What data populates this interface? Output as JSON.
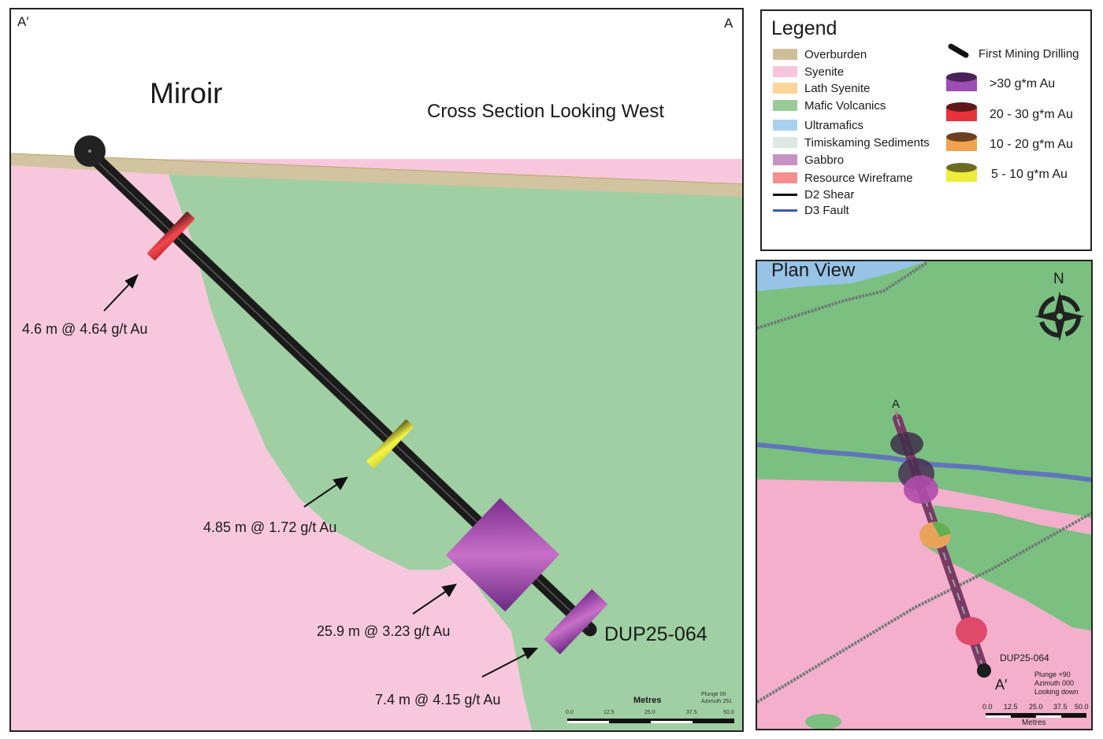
{
  "section": {
    "title": "Miroir",
    "subtitle": "Cross Section Looking West",
    "corner_left": "A′",
    "corner_right": "A",
    "hole_id": "DUP25-064",
    "intercepts": [
      {
        "label": "4.6 m @ 4.64 g/t Au",
        "grade_class": "20-30"
      },
      {
        "label": "4.85 m @ 1.72 g/t Au",
        "grade_class": "5-10"
      },
      {
        "label": "25.9 m @ 3.23 g/t Au",
        "grade_class": ">30"
      },
      {
        "label": "7.4 m @ 4.15 g/t Au",
        "grade_class": ">30"
      }
    ],
    "scale": {
      "title": "Metres",
      "ticks": [
        "0.0",
        "12.5",
        "25.0",
        "37.5",
        "50.0"
      ],
      "plunge": "Plunge 00",
      "azimuth": "Azimuth 251"
    }
  },
  "legend": {
    "title": "Legend",
    "units": [
      {
        "label": "Overburden",
        "color": "#cdbf99"
      },
      {
        "label": "Syenite",
        "color": "#f5c6dc"
      },
      {
        "label": "Lath Syenite",
        "color": "#fcd59b"
      },
      {
        "label": "Mafic Volcanics",
        "color": "#97cc98"
      },
      {
        "label": "Ultramafics",
        "color": "#a9d1ef"
      },
      {
        "label": "Timiskaming Sediments",
        "color": "#dde7e6"
      },
      {
        "label": "Gabbro",
        "color": "#c893c4"
      },
      {
        "label": "Resource Wireframe",
        "color": "#f58f8f"
      }
    ],
    "lines": [
      {
        "label": "D2 Shear",
        "color": "#111111"
      },
      {
        "label": "D3 Fault",
        "color": "#3a5bb5"
      }
    ],
    "drilling_label": "First Mining Drilling",
    "grades": [
      {
        "label": ">30 g*m Au",
        "color": "#9b4fb3",
        "dark": "#4a2159"
      },
      {
        "label": "20 - 30 g*m Au",
        "color": "#e8333b",
        "dark": "#5c1a1c"
      },
      {
        "label": "10 - 20 g*m Au",
        "color": "#f0a34e",
        "dark": "#6b4020"
      },
      {
        "label": "5 - 10 g*m Au",
        "color": "#eded3a",
        "dark": "#6b6b22"
      }
    ]
  },
  "plan": {
    "title": "Plan View",
    "north_label": "N",
    "point_a": "A",
    "point_a_prime": "A′",
    "hole_id": "DUP25-064",
    "view_info": [
      "Plunge +90",
      "Azimuth 000",
      "Looking down"
    ],
    "scale": {
      "title": "Metres",
      "ticks": [
        "0.0",
        "12.5",
        "25.0",
        "37.5",
        "50.0"
      ]
    }
  },
  "colors": {
    "syenite": "#f7c8dd",
    "mafic": "#9fcfa2",
    "overburden": "#d2c4a0",
    "plan_mafic": "#7bc081",
    "plan_syenite": "#f3afcb",
    "plan_ultramafic": "#97c3e6",
    "drill": "#1b1b1b"
  }
}
